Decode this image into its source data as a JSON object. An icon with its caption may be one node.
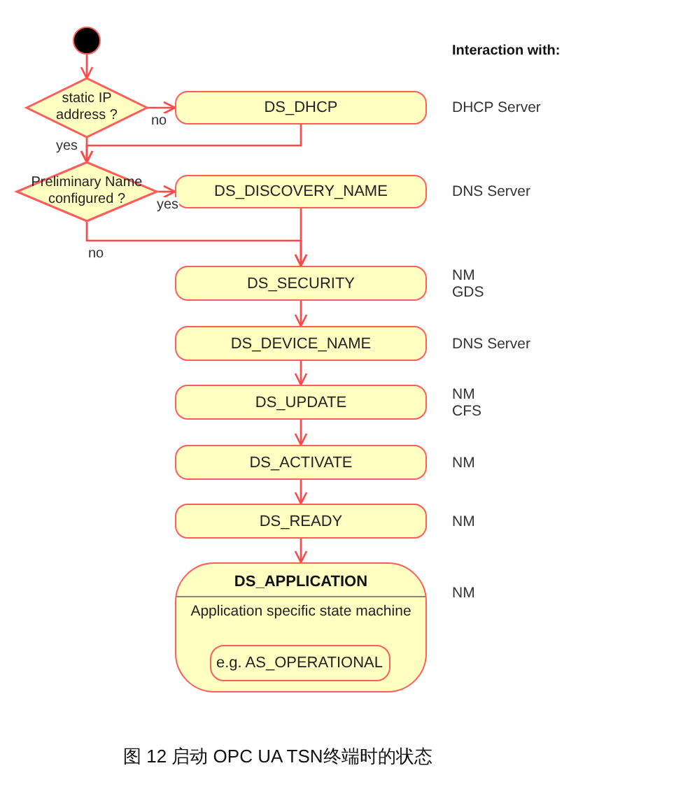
{
  "diagram": {
    "caption": "图 12 启动 OPC UA TSN终端时的状态",
    "nodes": [
      {
        "text": [],
        "shape": "circle"
      },
      {
        "text": [
          "static IP address ?"
        ]
      },
      {
        "text": [
          "DS_DHCP"
        ],
        "beside": [
          "DHCP Server"
        ]
      },
      {
        "text": [
          "Preliminary Name configured ?"
        ]
      },
      {
        "text": [
          "DS_DISCOVERY_NAME"
        ],
        "beside": [
          "DNS Server"
        ]
      },
      {
        "text": [
          "DS_SECURITY"
        ],
        "beside": [
          "NM",
          "GDS"
        ]
      },
      {
        "text": [
          "DS_DEVICE_NAME"
        ],
        "beside": [
          "DNS Server"
        ]
      },
      {
        "text": [
          "DS_UPDATE"
        ],
        "beside": [
          "NM",
          "CFS"
        ]
      },
      {
        "text": [
          "DS_ACTIVATE"
        ],
        "beside": [
          "NM"
        ]
      },
      {
        "text": [
          "DS_READY"
        ],
        "beside": [
          "NM"
        ]
      },
      {
        "text": [
          "DS_APPLICATION",
          "Application specific state machine"
        ],
        "beside": [
          "NM"
        ]
      },
      {
        "text": [
          "e.g. AS_OPERATIONAL"
        ],
        "in": 10
      }
    ],
    "edges": [
      {
        "from": 0,
        "to": 1,
        "arrow": "to"
      },
      {
        "from": 1,
        "to": 2,
        "arrow": "to",
        "label": "no"
      },
      {
        "from": 1,
        "to": 3,
        "arrow": "to",
        "label": "yes"
      },
      {
        "from": 2,
        "to": 3,
        "arrow": "to"
      },
      {
        "from": 3,
        "to": 4,
        "arrow": "to",
        "label": "yes"
      },
      {
        "from": 3,
        "to": 5,
        "arrow": "to",
        "label": "no"
      },
      {
        "from": 4,
        "to": 5,
        "arrow": "to"
      },
      {
        "from": 5,
        "to": 6,
        "arrow": "to"
      },
      {
        "from": 6,
        "to": 7,
        "arrow": "to"
      },
      {
        "from": 7,
        "to": 8,
        "arrow": "to"
      },
      {
        "from": 8,
        "to": 9,
        "arrow": "to"
      },
      {
        "from": 9,
        "to": 10,
        "arrow": "to"
      }
    ],
    "labels": [
      "Interaction with:"
    ]
  }
}
